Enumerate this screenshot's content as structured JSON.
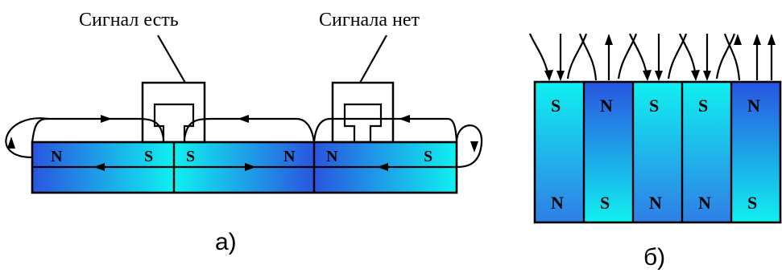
{
  "diagram_a": {
    "label_signal_present": "Сигнал есть",
    "label_signal_absent": "Сигнала нет",
    "caption": "а)",
    "magnets": [
      {
        "left_pole": "N",
        "right_pole": "S",
        "gradient": "dark-to-light"
      },
      {
        "left_pole": "S",
        "right_pole": "N",
        "gradient": "light-to-dark"
      },
      {
        "left_pole": "N",
        "right_pole": "S",
        "gradient": "dark-to-light"
      }
    ]
  },
  "diagram_b": {
    "caption": "б)",
    "bars": [
      {
        "top": "S",
        "bottom": "N",
        "color": "light"
      },
      {
        "top": "N",
        "bottom": "S",
        "color": "dark"
      },
      {
        "top": "S",
        "bottom": "N",
        "color": "light"
      },
      {
        "top": "S",
        "bottom": "N",
        "color": "light"
      },
      {
        "top": "N",
        "bottom": "S",
        "color": "dark"
      }
    ]
  },
  "colors": {
    "dark_blue": "#2a55e0",
    "light_cyan": "#10f0f0",
    "stroke": "#000000"
  }
}
